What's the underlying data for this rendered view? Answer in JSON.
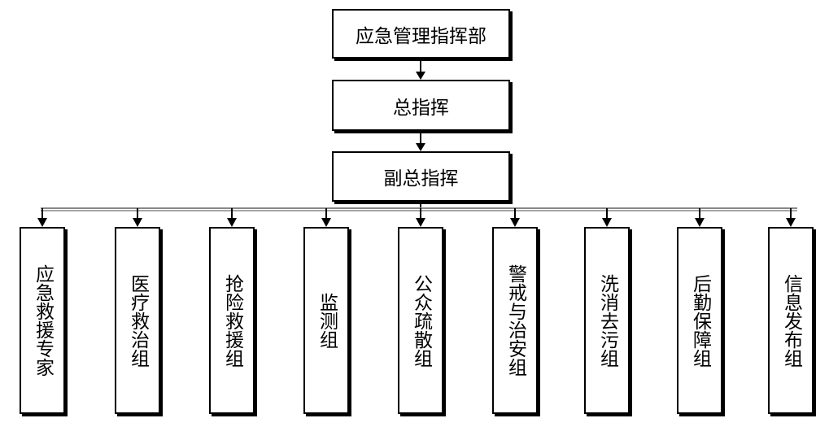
{
  "diagram": {
    "root": "应急管理指挥部",
    "commander": "总指挥",
    "deputy": "副总指挥",
    "groups": [
      "应急救援专家",
      "医疗救治组",
      "抢险救援组",
      "监测组",
      "公众疏散组",
      "警戒与治安组",
      "洗消去污组",
      "后勤保障组",
      "信息发布组"
    ]
  },
  "colors": {
    "line": "#000000",
    "box_border": "#000000",
    "background": "#ffffff",
    "trunk": "#888888"
  }
}
